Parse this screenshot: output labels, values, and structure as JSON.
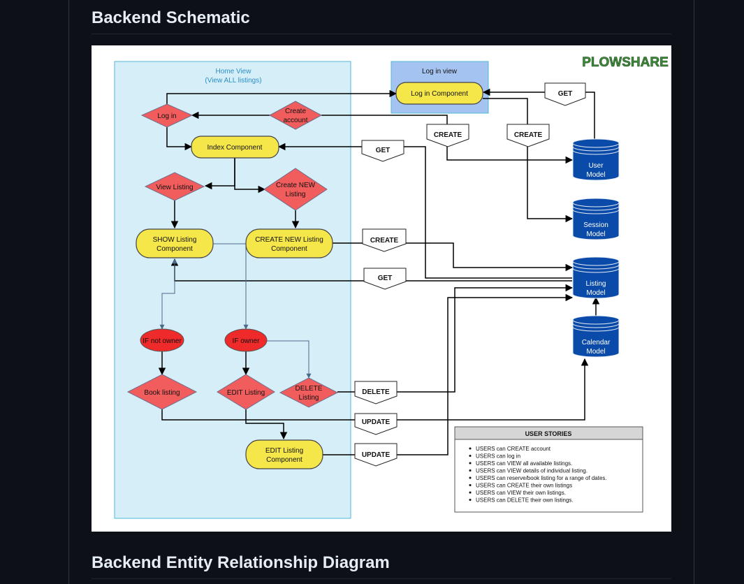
{
  "section1": {
    "heading": "Backend Schematic"
  },
  "section2": {
    "heading": "Backend Entity Relationship Diagram"
  },
  "diagram": {
    "logo": "PLOWSHARE",
    "home_view": {
      "title": "Home View",
      "subtitle": "(View ALL listings)"
    },
    "login_view": {
      "title": "Log in view"
    },
    "components": {
      "login": "Log in Component",
      "index": "Index Component",
      "show_listing": [
        "SHOW Listing",
        "Component"
      ],
      "create_listing": [
        "CREATE NEW Listing",
        "Component"
      ],
      "edit_listing": [
        "EDIT Listing",
        "Component"
      ]
    },
    "decisions": {
      "login": "Log in",
      "create_account": [
        "Create",
        "account"
      ],
      "view_listing": "View Listing",
      "create_new_listing": [
        "Create NEW",
        "Listing"
      ],
      "book_listing": "Book listing",
      "edit_listing": "EDIT Listing",
      "delete_listing": [
        "DELETE",
        "Listing"
      ]
    },
    "conditions": {
      "not_owner": "IF not owner",
      "owner": "IF owner"
    },
    "models": {
      "user": [
        "User",
        "Model"
      ],
      "session": [
        "Session",
        "Model"
      ],
      "listing": [
        "Listing",
        "Model"
      ],
      "calendar": [
        "Calendar",
        "Model"
      ]
    },
    "requests": {
      "get_login": "GET",
      "create_user": "CREATE",
      "create_session": "CREATE",
      "get_index": "GET",
      "create_listing": "CREATE",
      "get_listing": "GET",
      "delete_listing": "DELETE",
      "update_booking": "UPDATE",
      "update_listing": "UPDATE"
    },
    "user_stories": {
      "title": "USER STORIES",
      "items": [
        "USERS can CREATE account",
        "USERS can log in",
        "USERS can VIEW all available listings.",
        "USERS can VIEW details of individual listing.",
        "USERS can reserve/book listing for a range of dates.",
        "USERS can CREATE their own listings",
        "USERS can VIEW their own listings.",
        "USERS can DELETE their own listings."
      ]
    },
    "colors": {
      "home_fill": "#d6eef8",
      "home_border": "#4fb8d8",
      "login_fill": "#a5c3f0",
      "component_fill": "#f5e64a",
      "decision_fill": "#f15c5c",
      "condition_fill": "#ee2a2a",
      "model_fill": "#0a4aa8",
      "logo_green": "#3e8a3a"
    }
  }
}
